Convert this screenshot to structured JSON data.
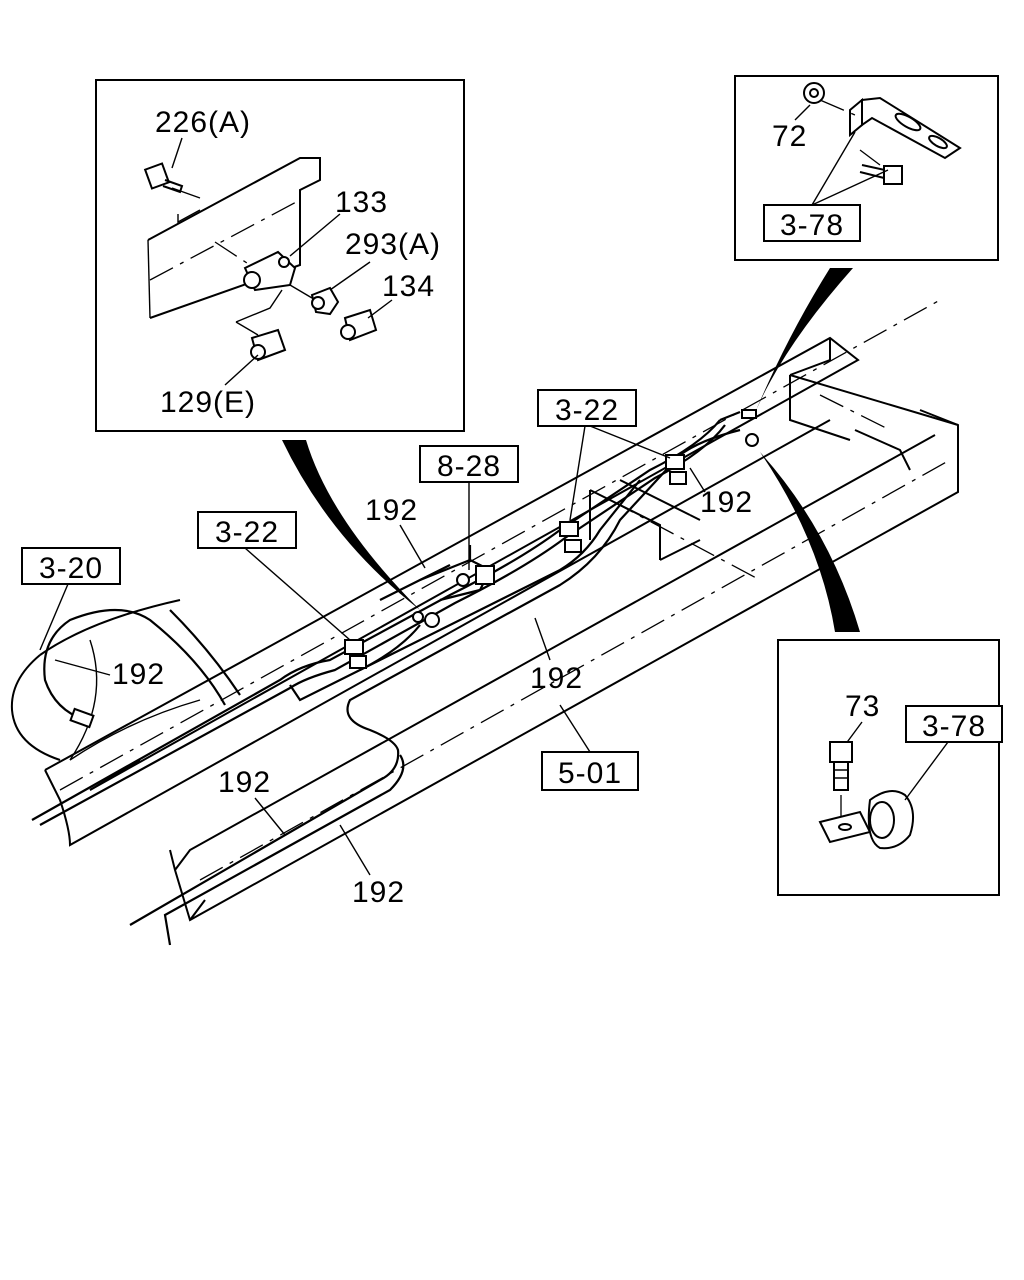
{
  "colors": {
    "ink": "#000000",
    "paper": "#ffffff"
  },
  "labels": {
    "frame": "5-01",
    "ref_3_20": "3-20",
    "ref_3_22_left": "3-22",
    "ref_3_22_right": "3-22",
    "ref_8_28": "8-28",
    "pipe_192_tank": "192",
    "pipe_192_upper": "192",
    "pipe_192_right": "192",
    "pipe_192_center": "192",
    "pipe_192_lower_a": "192",
    "pipe_192_lower_b": "192"
  },
  "inset_fittings": {
    "bolt": "226(A)",
    "tee": "133",
    "adapter": "293(A)",
    "elbow_right": "134",
    "elbow_bottom": "129(E)"
  },
  "inset_bracket": {
    "nut": "72",
    "ref": "3-78"
  },
  "inset_clip": {
    "bolt": "73",
    "ref": "3-78"
  }
}
